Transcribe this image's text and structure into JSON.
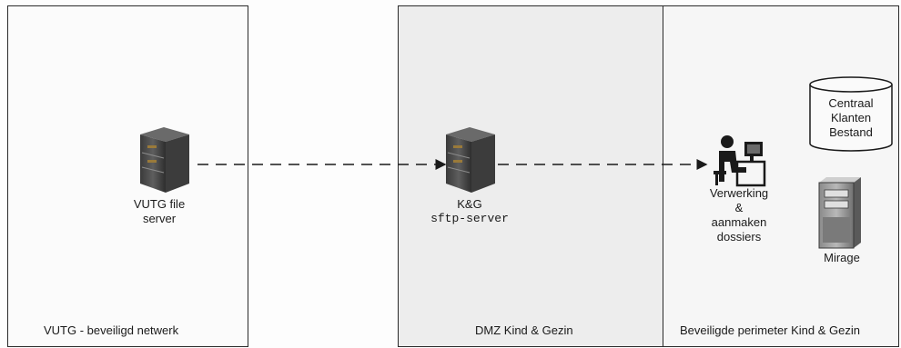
{
  "zones": {
    "vutg": {
      "label": "VUTG - beveiligd netwerk"
    },
    "dmz": {
      "label": "DMZ Kind & Gezin"
    },
    "perimeter": {
      "label": "Beveiligde perimeter Kind & Gezin"
    }
  },
  "nodes": {
    "vutg_server": {
      "line1": "VUTG file",
      "line2": "server",
      "icon": "server-rack-icon"
    },
    "sftp_server": {
      "line1": "K&G",
      "line2": "sftp-server",
      "icon": "server-rack-icon"
    },
    "operator": {
      "line1": "Verwerking",
      "line2": "&",
      "line3": "aanmaken",
      "line4": "dossiers",
      "icon": "person-at-desk-icon"
    },
    "database": {
      "line1": "Centraal",
      "line2": "Klanten",
      "line3": "Bestand",
      "icon": "database-cylinder-icon"
    },
    "mirage": {
      "label": "Mirage",
      "icon": "server-tower-icon"
    }
  },
  "connectors": [
    "dashed-arrow-vutg-to-sftp",
    "dashed-arrow-sftp-to-operator"
  ]
}
